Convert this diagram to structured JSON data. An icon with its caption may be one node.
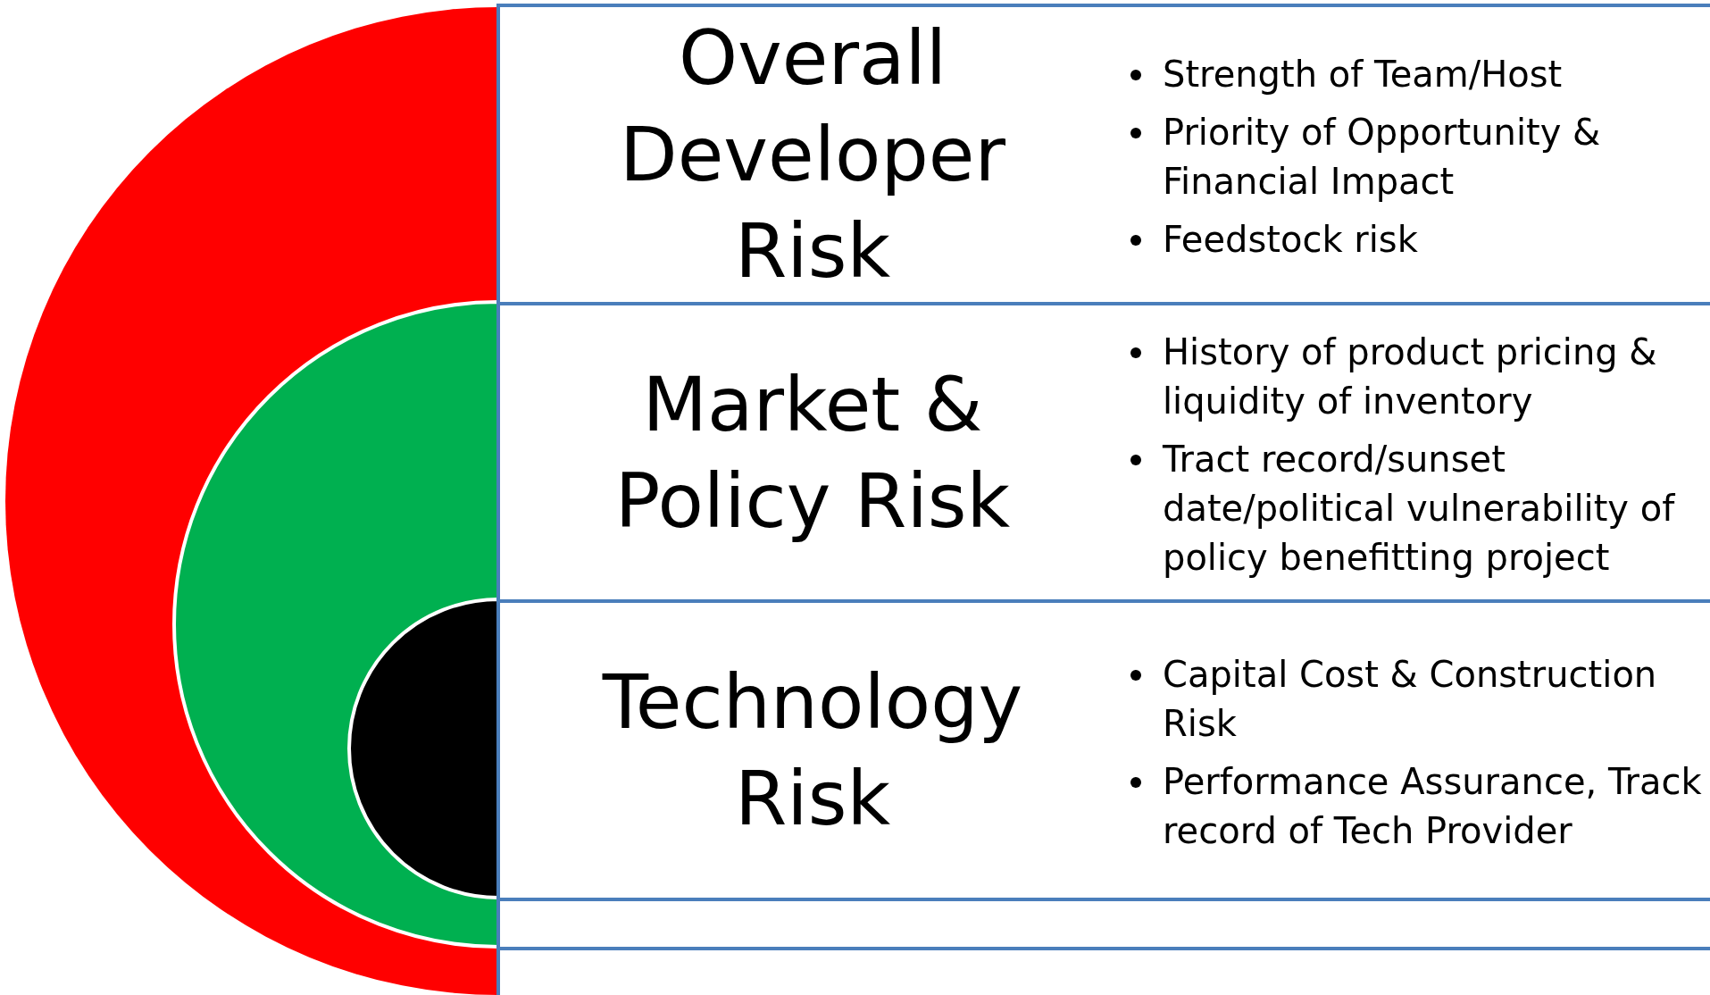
{
  "diagram": {
    "nodes": [
      {
        "text": [],
        "shape": "circle"
      },
      {
        "text": [],
        "shape": "circle",
        "in": 0
      },
      {
        "text": [],
        "shape": "circle",
        "in": 1
      },
      {
        "text": [
          "Overall Developer Risk",
          "Strength of Team/Host",
          "Priority of Opportunity & Financial Impact",
          "Feedstock risk"
        ]
      },
      {
        "text": [
          "Market & Policy Risk",
          "History of product pricing & liquidity of inventory",
          "Tract record/sunset date/political vulnerability of policy benefitting project"
        ]
      },
      {
        "text": [
          "Technology Risk",
          "Capital Cost & Construction Risk",
          "Performance Assurance, Track record of Tech Provider"
        ]
      },
      {
        "text": [],
        "shape": "box"
      }
    ],
    "edges": []
  }
}
